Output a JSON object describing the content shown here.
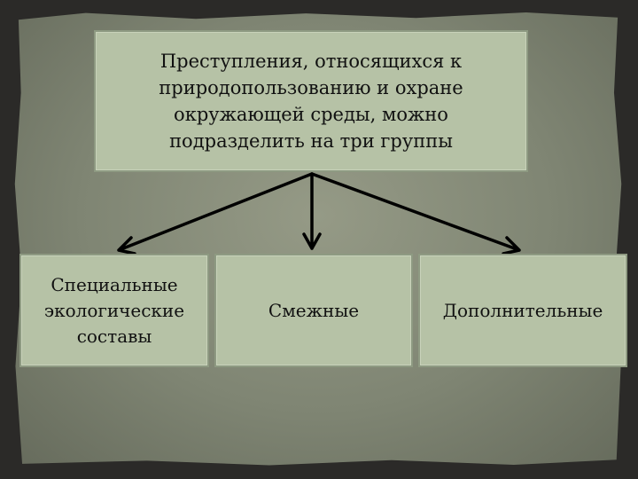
{
  "diagram": {
    "root": "Преступления, относящихся к\nприродопользованию и охране\nокружающей среды, можно\nподразделить на три группы",
    "groups": [
      "Специальные\nэкологические\nсоставы",
      "Смежные",
      "Дополнительные"
    ]
  },
  "colors": {
    "box_fill": "#b6c2a6",
    "background": "#7f8573",
    "arrow": "#000000"
  }
}
